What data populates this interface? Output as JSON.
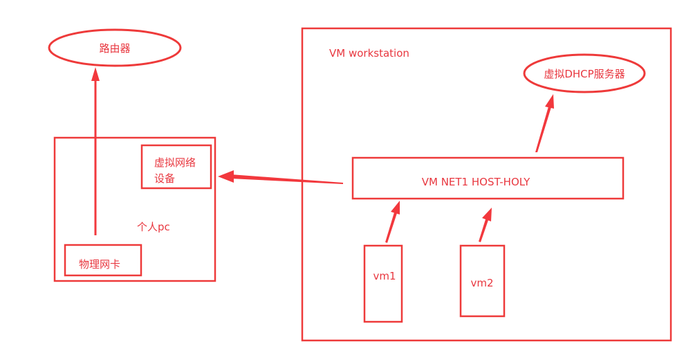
{
  "colors": {
    "stroke": "#ee3a3a",
    "text": "#e8373f",
    "arrow": "#f2383d",
    "background": "#ffffff"
  },
  "labels": {
    "router": "路由器",
    "pc": "个人pc",
    "virtual_nic_line1": "虚拟网络",
    "virtual_nic_line2": "设备",
    "physical_nic": "物理网卡",
    "vm_workstation": "VM workstation",
    "dhcp": "虚拟DHCP服务器",
    "vmnet": "VM NET1 HOST-HOLY",
    "vm1": "vm1",
    "vm2": "vm2"
  }
}
